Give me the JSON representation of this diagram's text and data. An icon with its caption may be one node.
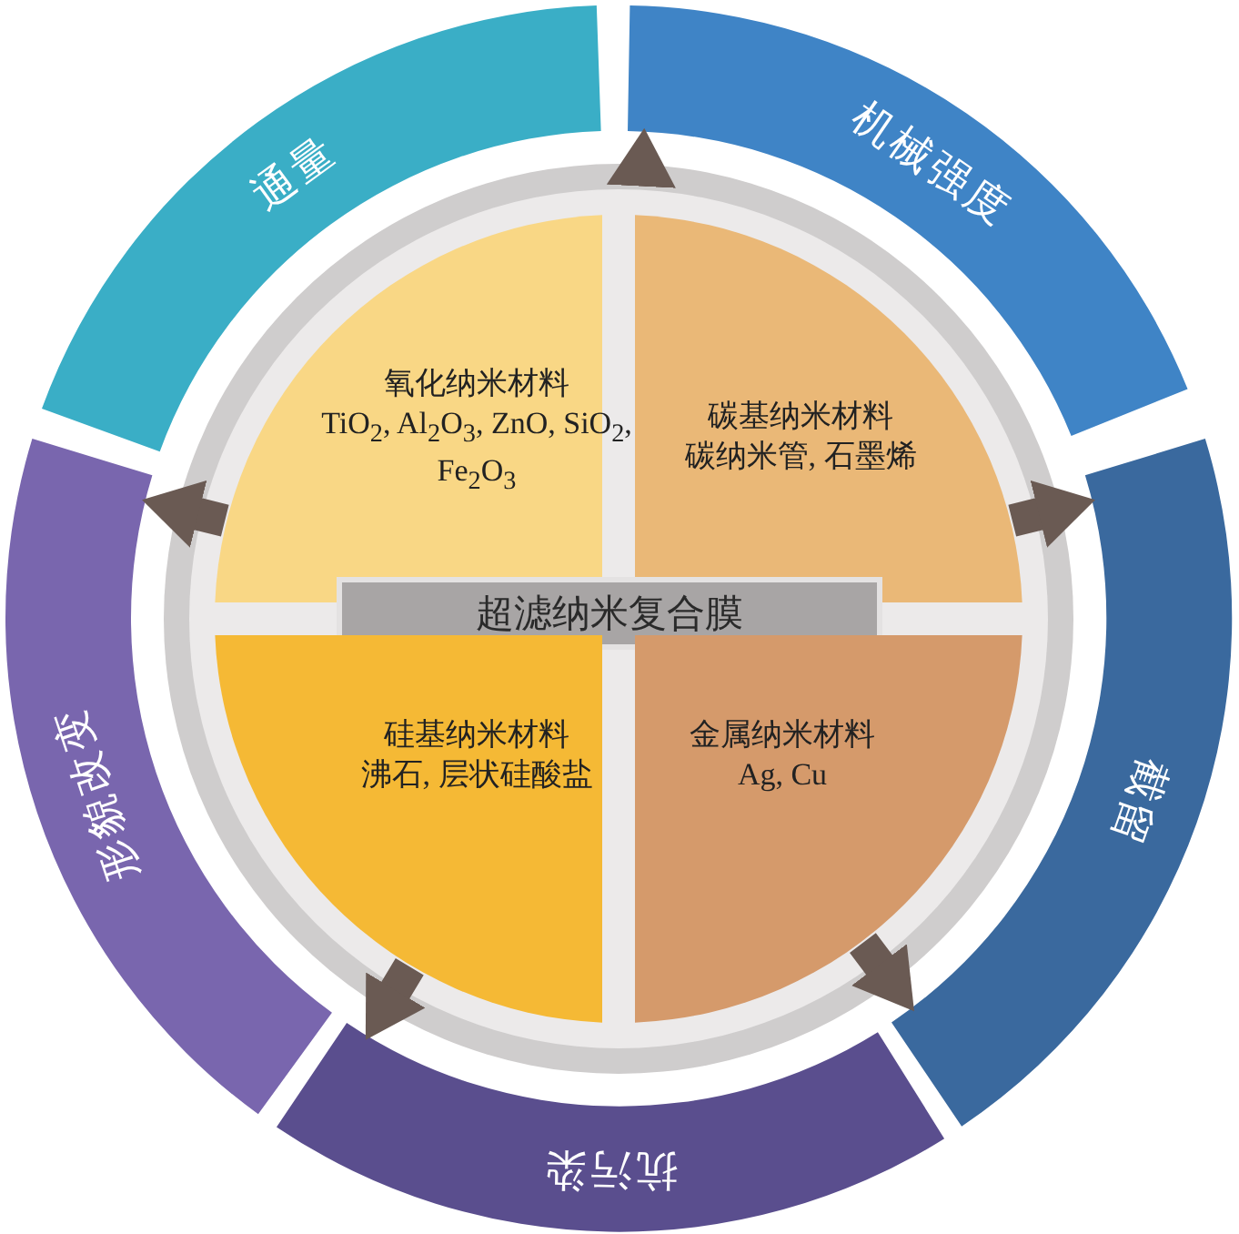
{
  "diagram": {
    "nodes": [
      {
        "text": [
          "通量"
        ]
      },
      {
        "text": [
          "机械强度"
        ]
      },
      {
        "text": [],
        "shape": "circle"
      },
      {
        "text": [
          "氧化纳米材料",
          "TiO$_{2}$, Al$_{2}$O$_{3}$, ZnO, SiO$_{2}$, Fe$_{2}$O$_{3}$"
        ],
        "in": 2
      },
      {
        "text": [
          "碳基纳米材料",
          "碳纳米管, 石墨烯"
        ],
        "in": 2
      },
      {
        "text": [
          "超滤纳米复合膜"
        ],
        "in": 2
      },
      {
        "text": [
          "硅基纳米材料",
          "沸石, 层状硅酸盐"
        ],
        "in": 2
      },
      {
        "text": [
          "金属纳米材料",
          "Ag, Cu"
        ],
        "in": 2
      },
      {
        "text": [
          "形貌改变"
        ]
      },
      {
        "text": [
          "截留"
        ]
      },
      {
        "text": [
          "抗污染"
        ]
      }
    ],
    "edges": [
      {
        "from": 2,
        "to": 1,
        "arrow": "to"
      },
      {
        "from": 3,
        "to": 8,
        "arrow": "to"
      },
      {
        "from": 4,
        "to": 9,
        "arrow": "to"
      },
      {
        "from": 6,
        "to": 10,
        "arrow": "to"
      },
      {
        "from": 7,
        "to": 9,
        "arrow": "to"
      }
    ]
  }
}
